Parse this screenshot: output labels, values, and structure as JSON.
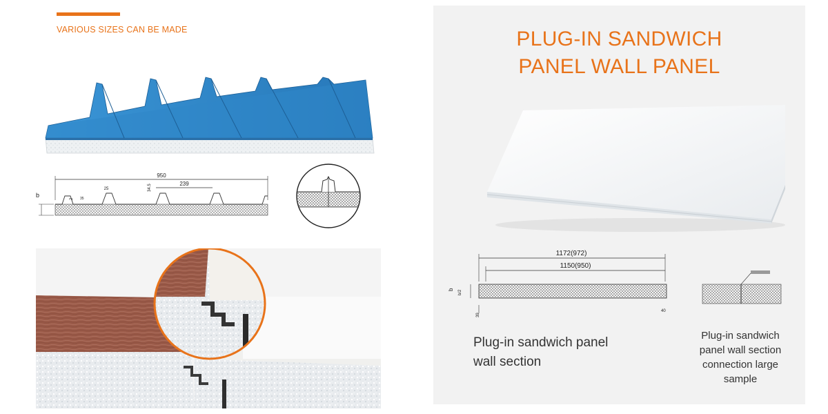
{
  "left": {
    "sizes_label": "VARIOUS SIZES CAN BE MADE",
    "profile": {
      "total_width": "950",
      "rib_pitch": "239",
      "rib_height": "34.5",
      "label_25": "25",
      "label_2": "2",
      "label_35": "35",
      "label_b": "b"
    }
  },
  "right": {
    "title_line1": "PLUG-IN SANDWICH",
    "title_line2": "PANEL WALL PANEL",
    "section": {
      "outer_width": "1172(972)",
      "inner_width": "1150(950)",
      "label_b": "b",
      "label_b_half": "b/2",
      "label_39": "39",
      "label_40": "40"
    },
    "caption_left_line1": "Plug-in sandwich panel",
    "caption_left_line2": "wall section",
    "caption_right_line1": "Plug-in sandwich",
    "caption_right_line2": "panel wall section",
    "caption_right_line3": "connection large",
    "caption_right_line4": "sample"
  },
  "colors": {
    "accent": "#e8731a",
    "roof_blue": "#2f86c8",
    "wood_brown": "#9a5a48"
  }
}
